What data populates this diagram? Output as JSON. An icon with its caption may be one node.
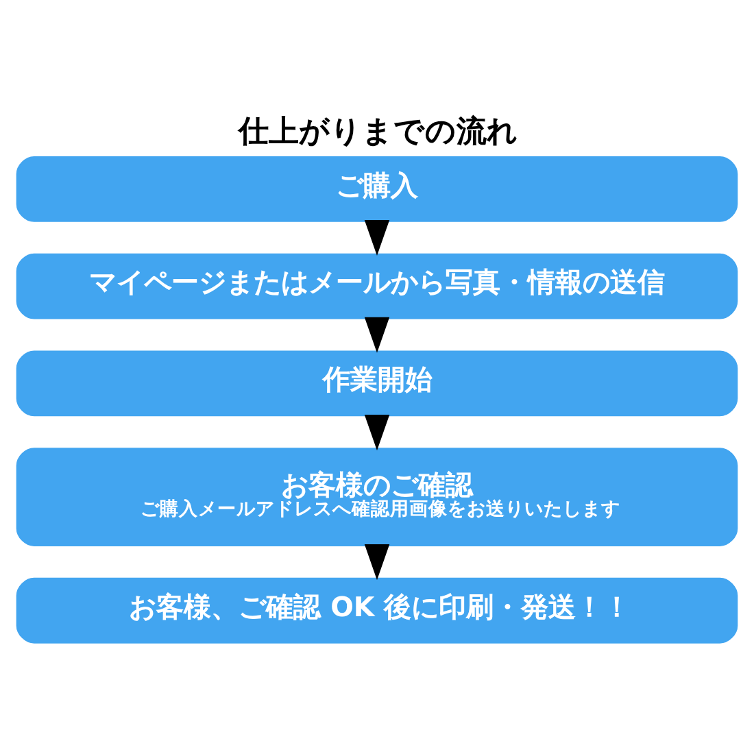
{
  "diagram": {
    "title": "仕上がりまでの流れ",
    "nodes": [
      {
        "text": [
          "ご購入"
        ]
      },
      {
        "text": [
          "マイページまたはメールから写真・情報の送信"
        ]
      },
      {
        "text": [
          "作業開始"
        ]
      },
      {
        "text": [
          "お客様のご確認",
          "ご購入メールアドレスへ確認用画像をお送りいたします"
        ]
      },
      {
        "text": [
          "お客様、ご確認 OK 後に印刷・発送！！"
        ]
      }
    ],
    "edges": [
      {
        "from": 0,
        "to": 1,
        "arrow": "to"
      },
      {
        "from": 1,
        "to": 2,
        "arrow": "to"
      },
      {
        "from": 2,
        "to": 3,
        "arrow": "to"
      },
      {
        "from": 3,
        "to": 4,
        "arrow": "to"
      }
    ]
  }
}
